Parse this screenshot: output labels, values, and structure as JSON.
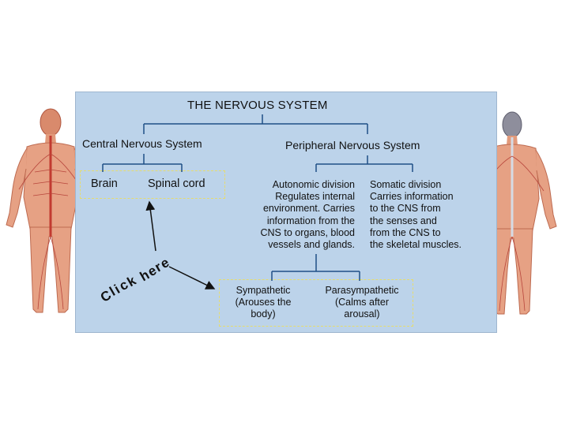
{
  "diagram": {
    "title": "THE NERVOUS SYSTEM",
    "cns": "Central Nervous System",
    "pns": "Peripheral Nervous System",
    "brain": "Brain",
    "spinal_cord": "Spinal cord",
    "autonomic": "Autonomic division\nRegulates internal\nenvironment. Carries\ninformation from the\nCNS to organs, blood\nvessels and glands.",
    "somatic": "Somatic division\nCarries information\nto the CNS from\nthe senses and\nfrom the CNS to\nthe skeletal muscles.",
    "sympathetic": "Sympathetic\n(Arouses the\nbody)",
    "parasympathetic": "Parasympathetic\n(Calms after\narousal)"
  },
  "click_here": [
    "C",
    "l",
    "i",
    "c",
    "k",
    "h",
    "e",
    "r",
    "e"
  ],
  "colors": {
    "panel": "#bcd3ea",
    "line": "#1e4f86",
    "dashed_box": "#e6dc6e",
    "body_skin": "#e59a7a",
    "body_red": "#c8463c"
  }
}
